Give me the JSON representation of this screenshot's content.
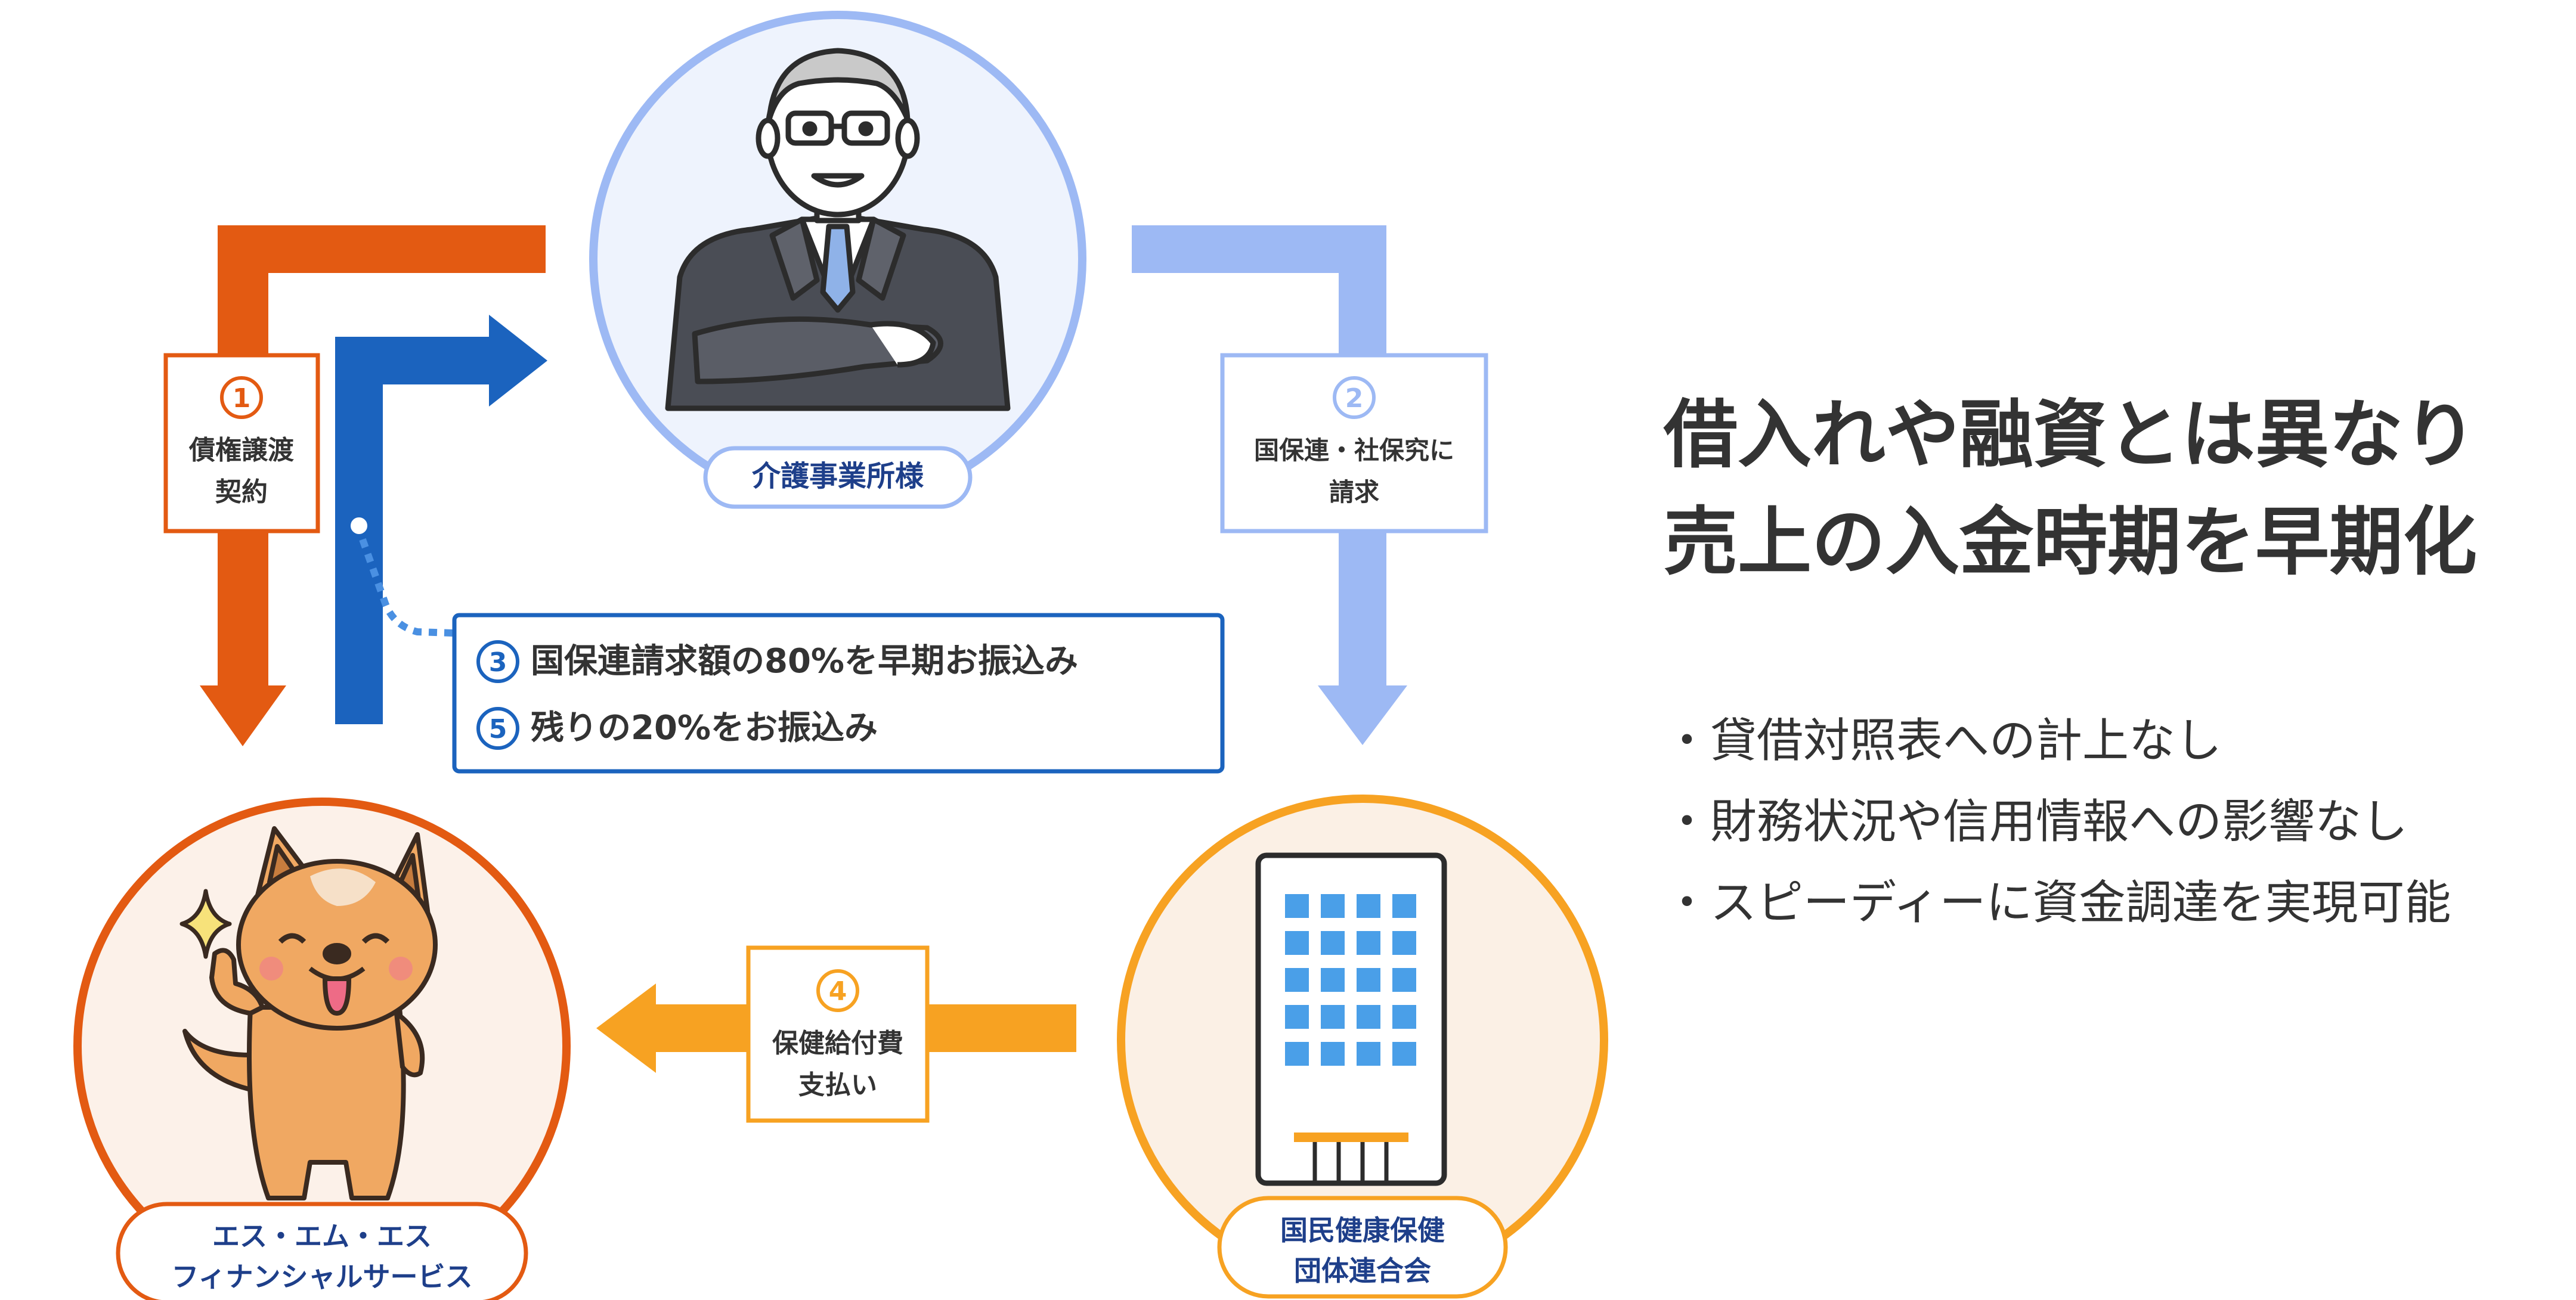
{
  "nodes": {
    "care_office": {
      "label": "介護事業所様"
    },
    "sms": {
      "line1": "エス・エム・エス",
      "line2": "フィナンシャルサービス"
    },
    "kokuho": {
      "line1": "国民健康保健",
      "line2": "団体連合会"
    }
  },
  "steps": {
    "s1": {
      "num": "1",
      "line1": "債権譲渡",
      "line2": "契約"
    },
    "s2": {
      "num": "2",
      "line1": "国保連・社保究に",
      "line2": "請求"
    },
    "s3": {
      "num": "3",
      "text": "国保連請求額の80%を早期お振込み"
    },
    "s4": {
      "num": "4",
      "line1": "保健給付費",
      "line2": "支払い"
    },
    "s5": {
      "num": "5",
      "text": "残りの20%をお振込み"
    }
  },
  "headline": {
    "line1": "借入れや融資とは異なり",
    "line2": "売上の入金時期を早期化"
  },
  "bullets": [
    "・貸借対照表への計上なし",
    "・財務状況や信用情報への影響なし",
    "・スピーディーに資金調達を実現可能"
  ],
  "colors": {
    "orange_arrow": "#E35A12",
    "blue_arrow": "#1B63BE",
    "light_blue": "#9DB9F4",
    "amber": "#F7A222",
    "label_navy": "#1E3F8A",
    "sms_ring": "#E35A12",
    "sms_fill": "#FCF1E9",
    "office_fill": "#EEF3FD",
    "kokuho_fill": "#FBF0E5"
  },
  "icons": {
    "office": "businessman-icon",
    "sms": "dog-mascot-icon",
    "kokuho": "office-building-icon",
    "sparkle": "sparkle-icon"
  }
}
